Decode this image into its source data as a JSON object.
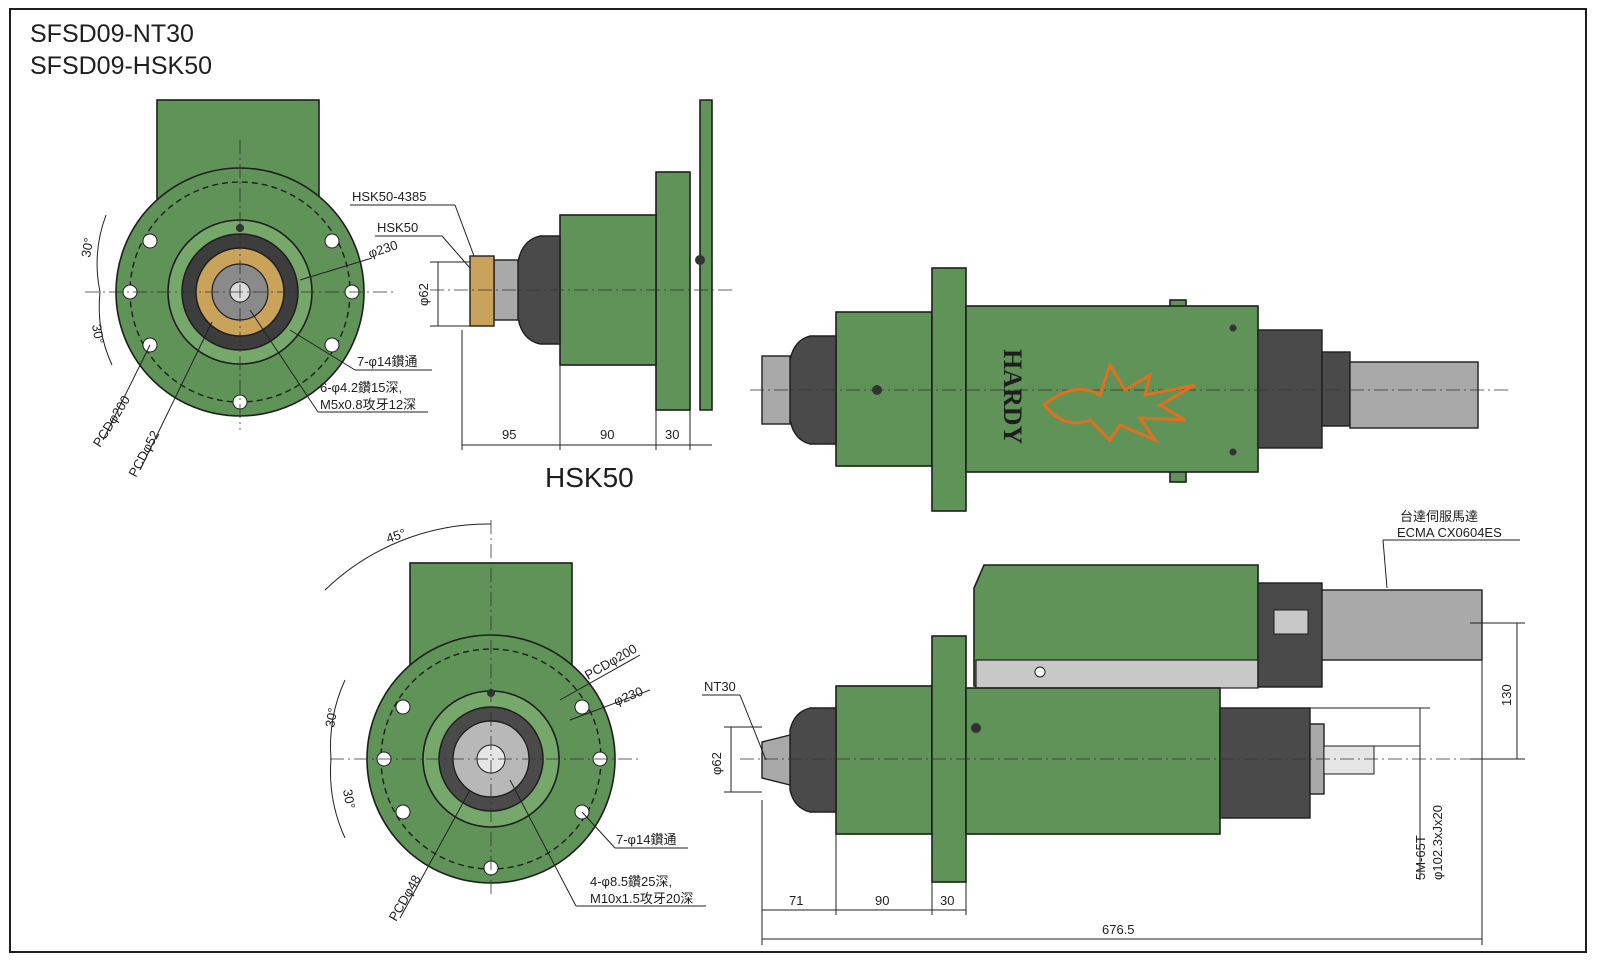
{
  "titles": {
    "line1": "SFSD09-NT30",
    "line2": "SFSD09-HSK50",
    "hsk_section": "HSK50"
  },
  "callouts": {
    "hsk_holder": "HSK50-4385",
    "hsk": "HSK50",
    "dia230_top": "φ230",
    "dia62_top": "φ62",
    "angle30_a": "30°",
    "angle30_b": "30°",
    "holes_top": "7-φ14鑽通",
    "tap_top_1": "6-φ4.2鑽15深,",
    "tap_top_2": "M5x0.8攻牙12深",
    "pcd200_top": "PCDφ200",
    "pcd52": "PCDφ52",
    "angle45": "45°",
    "pcd200_bottom": "PCDφ200",
    "dia230_bottom": "φ230",
    "angle30_c": "30°",
    "angle30_d": "30°",
    "holes_bottom": "7-φ14鑽通",
    "tap_bottom_1": "4-φ8.5鑽25深,",
    "tap_bottom_2": "M10x1.5攻牙20深",
    "pcd48": "PCDφ48",
    "nt30": "NT30",
    "dia62_bottom": "φ62",
    "motor_1": "台達伺服馬達",
    "motor_2": "ECMA CX0604ES",
    "spline_1": "5M-65T",
    "spline_2": "φ102.3xJx20",
    "brand": "HARDY"
  },
  "dimensions": {
    "top_95": "95",
    "top_90": "90",
    "top_30": "30",
    "bottom_71": "71",
    "bottom_90": "90",
    "bottom_30": "30",
    "overall": "676.5",
    "height_130": "130"
  },
  "colors": {
    "body_green": "#5f9358",
    "light_green": "#76a86c",
    "dark_grey": "#4a4a4a",
    "metal_grey": "#a9a9a9",
    "brass": "#c9a35a",
    "logo_orange": "#e0701e",
    "line": "#1e1e1e"
  }
}
